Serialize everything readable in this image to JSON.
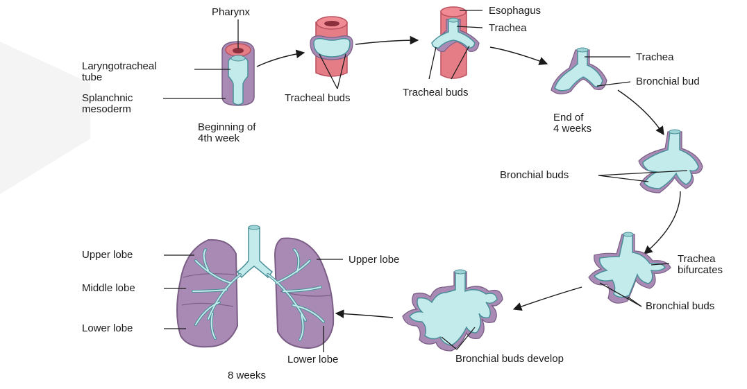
{
  "colors": {
    "bud_fill": "#c3ebec",
    "bud_outline": "#4a8f99",
    "mesoderm": "#a98ab4",
    "mesoderm_dark": "#7a5e86",
    "esophagus": "#e57d86",
    "esophagus_dark": "#b9505e",
    "line": "#1a1a1a"
  },
  "stages": {
    "s1": {
      "top_label": "Pharynx",
      "left_label_1": "Laryngotracheal\ntube",
      "left_label_2": "Splanchnic\nmesoderm",
      "caption": "Beginning of\n4th week"
    },
    "s2": {
      "caption": "Tracheal buds"
    },
    "s3": {
      "label_1": "Esophagus",
      "label_2": "Trachea",
      "caption": "Tracheal buds"
    },
    "s4": {
      "label_1": "Trachea",
      "label_2": "Bronchial bud",
      "caption": "End of\n4 weeks"
    },
    "s5": {
      "label": "Bronchial buds"
    },
    "s6": {
      "label_1": "Trachea\nbifurcates",
      "label_2": "Bronchial buds"
    },
    "s7": {
      "caption": "Bronchial buds develop"
    },
    "s8": {
      "upper_left": "Upper lobe",
      "middle_left": "Middle lobe",
      "lower_left": "Lower lobe",
      "upper_right": "Upper lobe",
      "lower_right": "Lower lobe",
      "caption": "8 weeks"
    }
  }
}
